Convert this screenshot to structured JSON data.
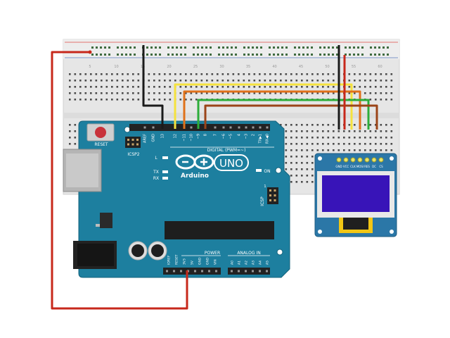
{
  "breadboard": {
    "column_numbers": [
      "5",
      "10",
      "15",
      "20",
      "25",
      "30",
      "35",
      "40",
      "45",
      "50",
      "55",
      "60"
    ]
  },
  "arduino": {
    "model": "UNO",
    "brand": "Arduino",
    "reset_label": "RESET",
    "icsp2_label": "ICSP2",
    "icsp_label": "ICSP",
    "digital_label": "DIGITAL (PWM=~)",
    "power_label": "POWER",
    "analog_label": "ANALOG IN",
    "l_label": "L",
    "tx_label": "TX",
    "rx_label": "RX",
    "on_label": "ON",
    "icsp_pin1": "1",
    "digital_pins": [
      "AREF",
      "GND",
      "13",
      "12",
      "~11",
      "~10",
      "~9",
      "8",
      "7",
      "~6",
      "~5",
      "4",
      "~3",
      "2",
      "TX▶1",
      "RX◀0"
    ],
    "power_pins": [
      "IOREF",
      "RESET",
      "3V3",
      "5V",
      "GND",
      "GND",
      "VIN"
    ],
    "analog_pins": [
      "A0",
      "A1",
      "A2",
      "A3",
      "A4",
      "A5"
    ]
  },
  "oled": {
    "pins": [
      "GND",
      "VCC",
      "CLK",
      "MOSI",
      "RES",
      "DC",
      "CS"
    ]
  },
  "colors": {
    "board": "#1d7f9f",
    "breadboard": "#e3e3e3",
    "wire_black": "#1a1a1a",
    "wire_red": "#c7281b",
    "wire_yellow": "#f5e23d",
    "wire_orange": "#e0711a",
    "wire_green": "#2dad3a",
    "wire_brown": "#9b4418",
    "oled_screen": "#3814b8",
    "oled_pcb": "#2b77a7"
  }
}
